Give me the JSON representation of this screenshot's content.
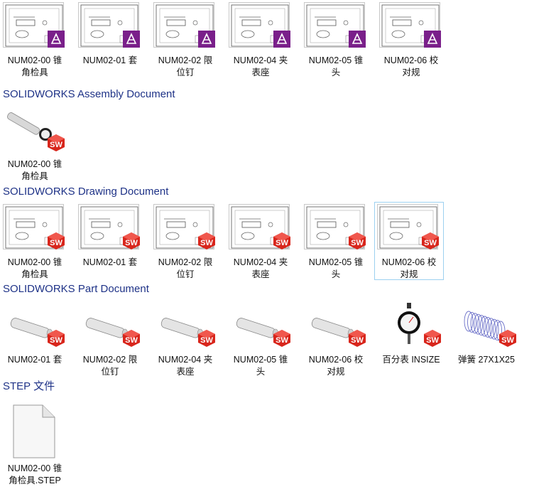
{
  "groups": {
    "top": {
      "items": [
        {
          "line1": "NUM02-00 锥",
          "line2": "角检具"
        },
        {
          "line1": "NUM02-01 套",
          "line2": ""
        },
        {
          "line1": "NUM02-02 限",
          "line2": "位钉"
        },
        {
          "line1": "NUM02-04 夹",
          "line2": "表座"
        },
        {
          "line1": "NUM02-05 锥",
          "line2": "头"
        },
        {
          "line1": "NUM02-06 校",
          "line2": "对规"
        }
      ],
      "badge_icon": "edrawings-icon"
    },
    "assembly": {
      "title": "SOLIDWORKS Assembly Document",
      "items": [
        {
          "line1": "NUM02-00 锥",
          "line2": "角检具"
        }
      ],
      "badge_icon": "solidworks-icon"
    },
    "drawing": {
      "title": "SOLIDWORKS Drawing Document",
      "items": [
        {
          "line1": "NUM02-00 锥",
          "line2": "角检具"
        },
        {
          "line1": "NUM02-01 套",
          "line2": ""
        },
        {
          "line1": "NUM02-02 限",
          "line2": "位钉"
        },
        {
          "line1": "NUM02-04 夹",
          "line2": "表座"
        },
        {
          "line1": "NUM02-05 锥",
          "line2": "头"
        },
        {
          "line1": "NUM02-06 校",
          "line2": "对规"
        }
      ]
    },
    "part": {
      "title": "SOLIDWORKS Part Document",
      "items": [
        {
          "line1": "NUM02-01 套",
          "line2": ""
        },
        {
          "line1": "NUM02-02 限",
          "line2": "位钉"
        },
        {
          "line1": "NUM02-04 夹",
          "line2": "表座"
        },
        {
          "line1": "NUM02-05 锥",
          "line2": "头"
        },
        {
          "line1": "NUM02-06 校",
          "line2": "对规"
        },
        {
          "line1": "百分表 INSIZE",
          "line2": ""
        },
        {
          "line1": "弹簧 27X1X25",
          "line2": ""
        }
      ]
    },
    "step": {
      "title": "STEP 文件",
      "items": [
        {
          "line1": "NUM02-00 锥",
          "line2": "角检具.STEP"
        }
      ]
    }
  },
  "colors": {
    "header": "#1e3287",
    "edrawings_badge": "#7a1f8a",
    "solidworks_badge": "#d8261c",
    "selection_border": "#9cd0f0"
  }
}
